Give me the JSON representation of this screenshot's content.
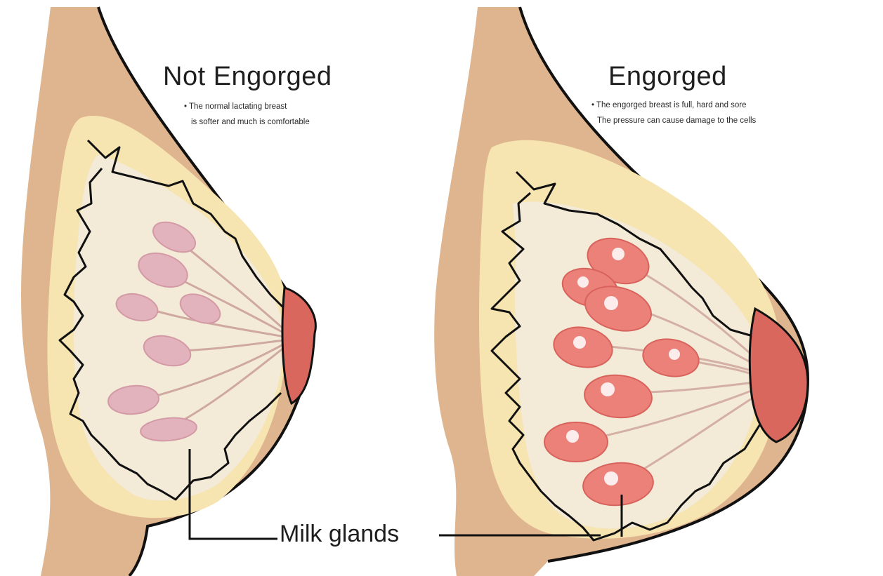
{
  "panels": [
    {
      "title": "Not Engorged",
      "notes": [
        "The normal lactating breast",
        "is softer and much is comfortable"
      ]
    },
    {
      "title": "Engorged",
      "notes": [
        "The engorged breast is full, hard and sore",
        "The pressure can cause damage to the cells"
      ]
    }
  ],
  "callout": "Milk glands",
  "colors": {
    "skin": "#dfb58f",
    "fat": "#f6e4b1",
    "tissue": "#f3ead8",
    "lobule_normal": "#e3b3bd",
    "lobule_engorged": "#ec8179",
    "nipple": "#d9675d",
    "outline": "#111111"
  }
}
